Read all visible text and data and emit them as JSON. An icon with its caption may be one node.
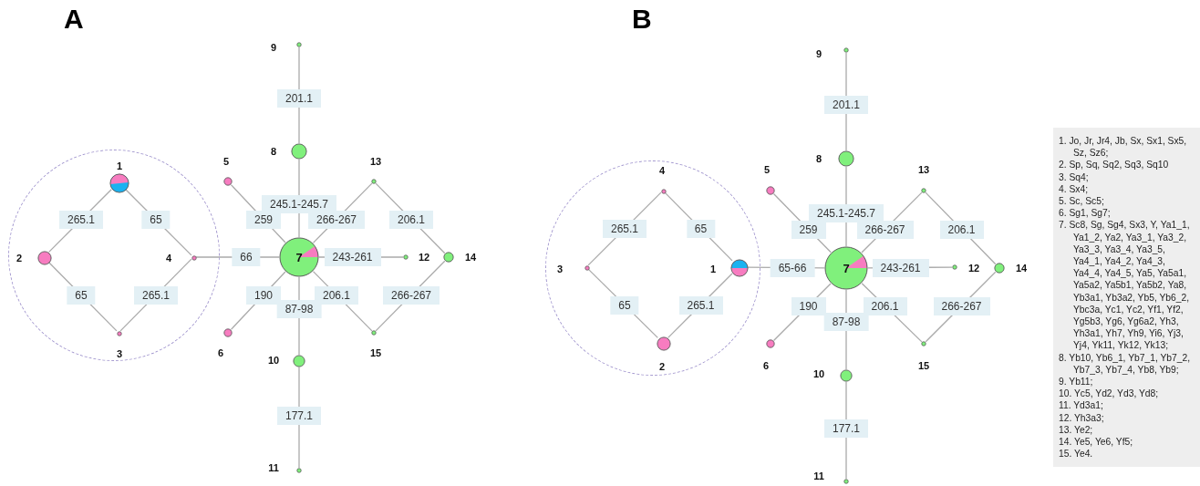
{
  "diagram": {
    "nodes": [
      {
        "text": [
          "A"
        ]
      },
      {
        "text": [],
        "shape": "circle",
        "in": 0
      },
      {
        "text": [],
        "shape": "circle",
        "in": 1,
        "beside": [
          "1"
        ]
      },
      {
        "text": [],
        "shape": "circle",
        "in": 1,
        "beside": [
          "2"
        ]
      },
      {
        "text": [],
        "shape": "circle",
        "in": 1,
        "beside": [
          "3"
        ]
      },
      {
        "text": [],
        "shape": "circle",
        "in": 1,
        "beside": [
          "4"
        ]
      },
      {
        "text": [],
        "shape": "circle",
        "in": 0,
        "beside": [
          "5"
        ]
      },
      {
        "text": [],
        "shape": "circle",
        "in": 0,
        "beside": [
          "6"
        ]
      },
      {
        "text": [
          "7"
        ],
        "in": 0
      },
      {
        "text": [],
        "shape": "circle",
        "in": 0,
        "beside": [
          "8"
        ]
      },
      {
        "text": [],
        "shape": "circle",
        "in": 0,
        "beside": [
          "9"
        ]
      },
      {
        "text": [],
        "shape": "circle",
        "in": 0,
        "beside": [
          "10"
        ]
      },
      {
        "text": [],
        "shape": "circle",
        "in": 0,
        "beside": [
          "11"
        ]
      },
      {
        "text": [],
        "shape": "circle",
        "in": 0,
        "beside": [
          "12"
        ]
      },
      {
        "text": [],
        "shape": "circle",
        "in": 0,
        "beside": [
          "13"
        ]
      },
      {
        "text": [],
        "shape": "circle",
        "in": 0,
        "beside": [
          "14"
        ]
      },
      {
        "text": [],
        "shape": "circle",
        "in": 0,
        "beside": [
          "15"
        ]
      },
      {
        "text": [
          "B"
        ]
      },
      {
        "text": [],
        "shape": "circle",
        "in": 17
      },
      {
        "text": [],
        "shape": "circle",
        "in": 18,
        "beside": [
          "1"
        ]
      },
      {
        "text": [],
        "shape": "circle",
        "in": 18,
        "beside": [
          "2"
        ]
      },
      {
        "text": [],
        "shape": "circle",
        "in": 18,
        "beside": [
          "3"
        ]
      },
      {
        "text": [],
        "shape": "circle",
        "in": 18,
        "beside": [
          "4"
        ]
      },
      {
        "text": [],
        "shape": "circle",
        "in": 17,
        "beside": [
          "5"
        ]
      },
      {
        "text": [],
        "shape": "circle",
        "in": 17,
        "beside": [
          "6"
        ]
      },
      {
        "text": [
          "7"
        ],
        "in": 17
      },
      {
        "text": [],
        "shape": "circle",
        "in": 17,
        "beside": [
          "8"
        ]
      },
      {
        "text": [],
        "shape": "circle",
        "in": 17,
        "beside": [
          "9"
        ]
      },
      {
        "text": [],
        "shape": "circle",
        "in": 17,
        "beside": [
          "10"
        ]
      },
      {
        "text": [],
        "shape": "circle",
        "in": 17,
        "beside": [
          "11"
        ]
      },
      {
        "text": [],
        "shape": "circle",
        "in": 17,
        "beside": [
          "12"
        ]
      },
      {
        "text": [],
        "shape": "circle",
        "in": 17,
        "beside": [
          "13"
        ]
      },
      {
        "text": [],
        "shape": "circle",
        "in": 17,
        "beside": [
          "14"
        ]
      },
      {
        "text": [],
        "shape": "circle",
        "in": 17,
        "beside": [
          "15"
        ]
      }
    ],
    "edges": [
      {
        "from": 3,
        "to": 2,
        "arrow": "none",
        "label": "265.1"
      },
      {
        "from": 2,
        "to": 5,
        "arrow": "none",
        "label": "65"
      },
      {
        "from": 3,
        "to": 4,
        "arrow": "none",
        "label": "65"
      },
      {
        "from": 4,
        "to": 5,
        "arrow": "none",
        "label": "265.1"
      },
      {
        "from": 5,
        "to": 8,
        "arrow": "none",
        "label": "66"
      },
      {
        "from": 6,
        "to": 8,
        "arrow": "none",
        "label": "259"
      },
      {
        "from": 7,
        "to": 8,
        "arrow": "none",
        "label": "190"
      },
      {
        "from": 10,
        "to": 9,
        "arrow": "none",
        "label": "201.1"
      },
      {
        "from": 9,
        "to": 8,
        "arrow": "none",
        "label": "245.1-245.7"
      },
      {
        "from": 8,
        "to": 14,
        "arrow": "none",
        "label": "266-267"
      },
      {
        "from": 8,
        "to": 13,
        "arrow": "none",
        "label": "243-261"
      },
      {
        "from": 8,
        "to": 16,
        "arrow": "none",
        "label": "206.1"
      },
      {
        "from": 14,
        "to": 15,
        "arrow": "none",
        "label": "206.1"
      },
      {
        "from": 16,
        "to": 15,
        "arrow": "none",
        "label": "266-267"
      },
      {
        "from": 8,
        "to": 11,
        "arrow": "none",
        "label": "87-98"
      },
      {
        "from": 11,
        "to": 12,
        "arrow": "none",
        "label": "177.1"
      },
      {
        "from": 21,
        "to": 22,
        "arrow": "none",
        "label": "265.1"
      },
      {
        "from": 22,
        "to": 19,
        "arrow": "none",
        "label": "65"
      },
      {
        "from": 21,
        "to": 20,
        "arrow": "none",
        "label": "65"
      },
      {
        "from": 20,
        "to": 19,
        "arrow": "none",
        "label": "265.1"
      },
      {
        "from": 19,
        "to": 25,
        "arrow": "none",
        "label": "65-66"
      },
      {
        "from": 23,
        "to": 25,
        "arrow": "none",
        "label": "259"
      },
      {
        "from": 24,
        "to": 25,
        "arrow": "none",
        "label": "190"
      },
      {
        "from": 27,
        "to": 26,
        "arrow": "none",
        "label": "201.1"
      },
      {
        "from": 26,
        "to": 25,
        "arrow": "none",
        "label": "245.1-245.7"
      },
      {
        "from": 25,
        "to": 31,
        "arrow": "none",
        "label": "266-267"
      },
      {
        "from": 25,
        "to": 30,
        "arrow": "none",
        "label": "243-261"
      },
      {
        "from": 25,
        "to": 33,
        "arrow": "none",
        "label": "206.1"
      },
      {
        "from": 31,
        "to": 32,
        "arrow": "none",
        "label": "206.1"
      },
      {
        "from": 33,
        "to": 32,
        "arrow": "none",
        "label": "266-267"
      },
      {
        "from": 25,
        "to": 28,
        "arrow": "none",
        "label": "87-98"
      },
      {
        "from": 28,
        "to": 29,
        "arrow": "none",
        "label": "177.1"
      }
    ],
    "labels": [
      "1. Jo, Jr, Jr4, Jb, Sx, Sx1, Sx5, Sz, Sz6;",
      "2. Sp, Sq, Sq2, Sq3, Sq10",
      "3. Sq4;",
      "4. Sx4;",
      "5. Sc, Sc5;",
      "6. Sg1, Sg7;",
      "7. Sc8, Sg, Sg4, Sx3, Y, Ya1_1, Ya1_2, Ya2, Ya3_1, Ya3_2, Ya3_3, Ya3_4, Ya3_5, Ya4_1, Ya4_2, Ya4_3, Ya4_4, Ya4_5, Ya5, Ya5a1, Ya5a2, Ya5b1, Ya5b2, Ya8, Yb3a1, Yb3a2, Yb5, Yb6_2, Ybc3a, Yc1, Yc2, Yf1, Yf2, Yg5b3, Yg6, Yg6a2, Yh3, Yh3a1, Yh7, Yh9, Yi6, Yj3, Yj4, Yk11, Yk12, Yk13;",
      "8. Yb10, Yb6_1, Yb7_1, Yb7_2, Yb7_3, Yb7_4, Yb8, Yb9;",
      "9. Yb11;",
      "10. Yc5, Yd2, Yd3, Yd8;",
      "11. Yd3a1;",
      "12. Yh3a3;",
      "13. Ye2;",
      "14. Ye5, Ye6, Yf5;",
      "15. Ye4."
    ]
  }
}
